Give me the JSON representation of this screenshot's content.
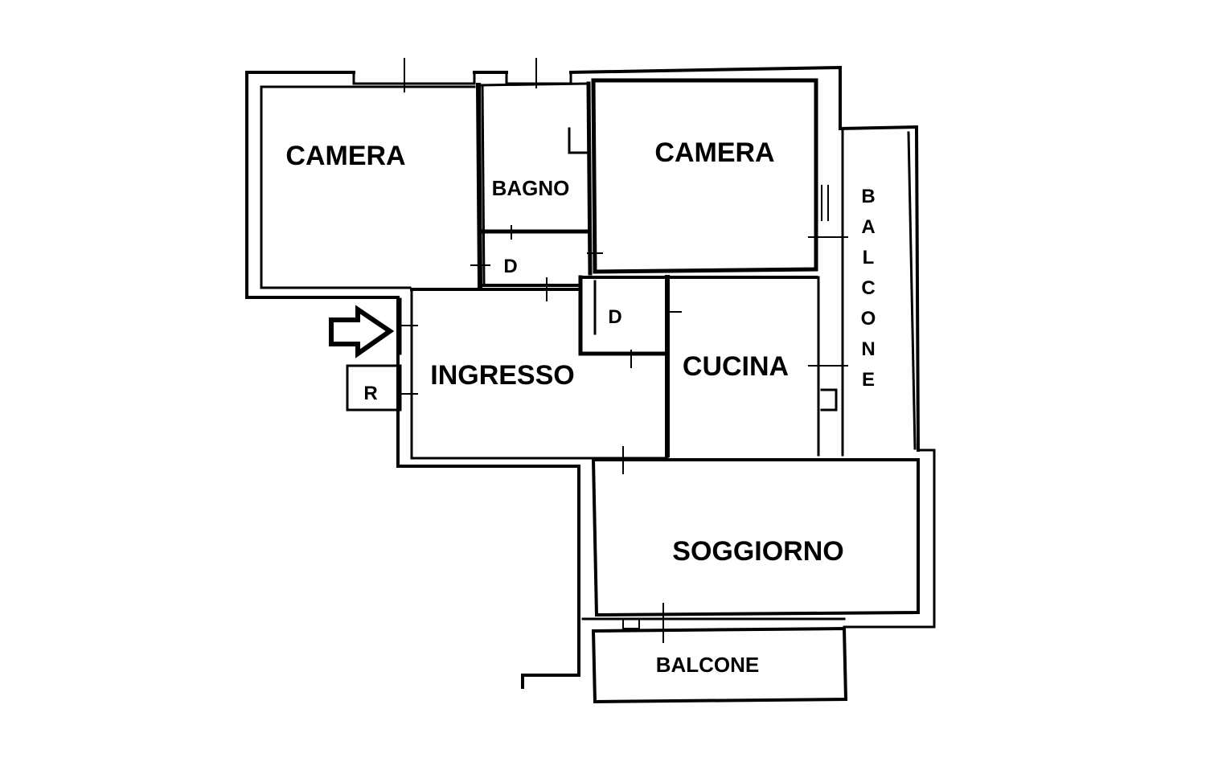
{
  "rooms": {
    "camera_left": "CAMERA",
    "bagno": "BAGNO",
    "camera_right": "CAMERA",
    "disimpegno_top": "D",
    "disimpegno_mid": "D",
    "ingresso": "INGRESSO",
    "cucina": "CUCINA",
    "soggiorno": "SOGGIORNO",
    "balcone_bottom": "BALCONE",
    "balcone_side": [
      "B",
      "A",
      "L",
      "C",
      "O",
      "N",
      "E"
    ],
    "riscaldamento": "R"
  },
  "icons": {
    "entrance": "entrance-arrow-icon"
  },
  "colors": {
    "ink": "#000000",
    "paper": "#ffffff"
  }
}
